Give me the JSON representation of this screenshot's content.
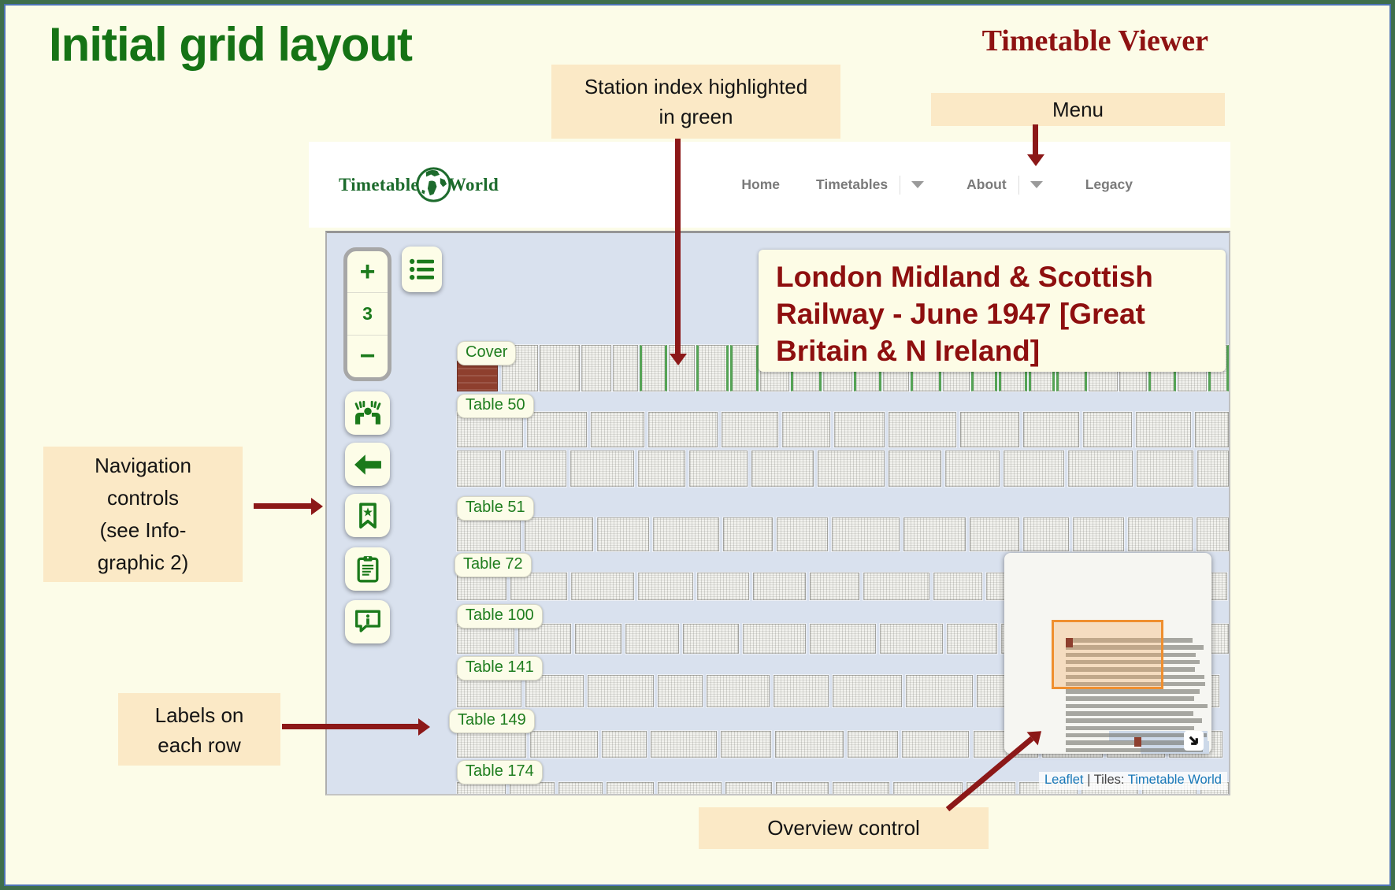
{
  "slide": {
    "title": "Initial grid layout",
    "heading": "Timetable Viewer",
    "annotations": {
      "station_index": [
        "Station index highlighted",
        "in green"
      ],
      "menu": "Menu",
      "navigation": [
        "Navigation",
        "controls",
        "(see Info-",
        "graphic 2)"
      ],
      "row_labels": [
        "Labels on",
        "each row"
      ],
      "overview": "Overview control"
    }
  },
  "app": {
    "logo": {
      "left": "Timetable",
      "right": "World",
      "icon": "globe-icon"
    },
    "nav": {
      "items": [
        {
          "label": "Home",
          "dropdown": false
        },
        {
          "label": "Timetables",
          "dropdown": true
        },
        {
          "label": "About",
          "dropdown": true
        },
        {
          "label": "Legacy",
          "dropdown": false
        }
      ]
    },
    "viewer": {
      "zoom_in": "+",
      "zoom_level": "3",
      "zoom_out": "−",
      "title": [
        "London Midland & Scottish",
        "Railway - June 1947 [Great",
        "Britain & N Ireland]"
      ],
      "row_labels": [
        "Cover",
        "Table 50",
        "Table 51",
        "Table 72",
        "Table 100",
        "Table 141",
        "Table 149",
        "Table 174"
      ],
      "toolbar_icons": [
        "list-index-icon",
        "hands-frame-icon",
        "back-arrow-icon",
        "bookmark-star-icon",
        "clipboard-icon",
        "info-bubble-icon"
      ],
      "minimap_icon": "resize-corner-arrow-icon",
      "attribution": {
        "leaflet": "Leaflet",
        "separator": " | Tiles: ",
        "tiles": "Timetable World"
      }
    }
  },
  "colors": {
    "slide_background": "#fcfce8",
    "border_green": "#3e6e4b",
    "border_blue": "#4d73b5",
    "title_green": "#157315",
    "dark_red": "#8e1212",
    "arrow_red": "#8c1818",
    "annotation_bg": "#fbe9c6",
    "map_bg": "#d9e1ee",
    "app_green": "#1b7a1b",
    "highlight_green": "#55a355",
    "cover_red": "#8e3f2e",
    "viewport_orange": "#ef8f2f",
    "link_blue": "#1878b8"
  }
}
